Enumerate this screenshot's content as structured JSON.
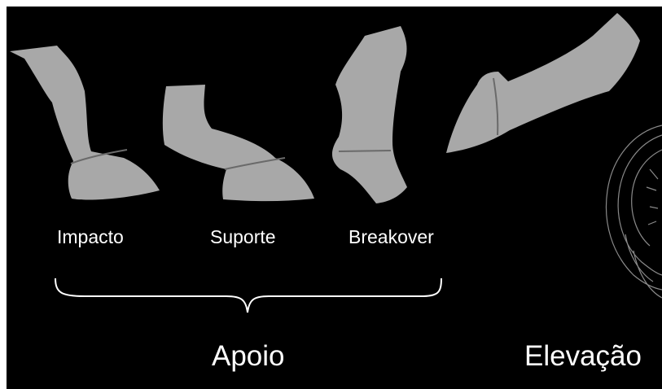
{
  "phases": [
    {
      "label": "Impacto"
    },
    {
      "label": "Suporte"
    },
    {
      "label": "Breakover"
    }
  ],
  "groups": {
    "support": "Apoio",
    "flight": "Elevação"
  },
  "colors": {
    "background": "#000000",
    "hoof_fill": "#a8a8a8",
    "hoof_line": "#6a6a6a",
    "text": "#ffffff"
  },
  "icons": [
    "hoof-impacto-icon",
    "hoof-suporte-icon",
    "hoof-breakover-icon",
    "hoof-elevacao-icon",
    "hoof-sole-sketch-icon"
  ]
}
